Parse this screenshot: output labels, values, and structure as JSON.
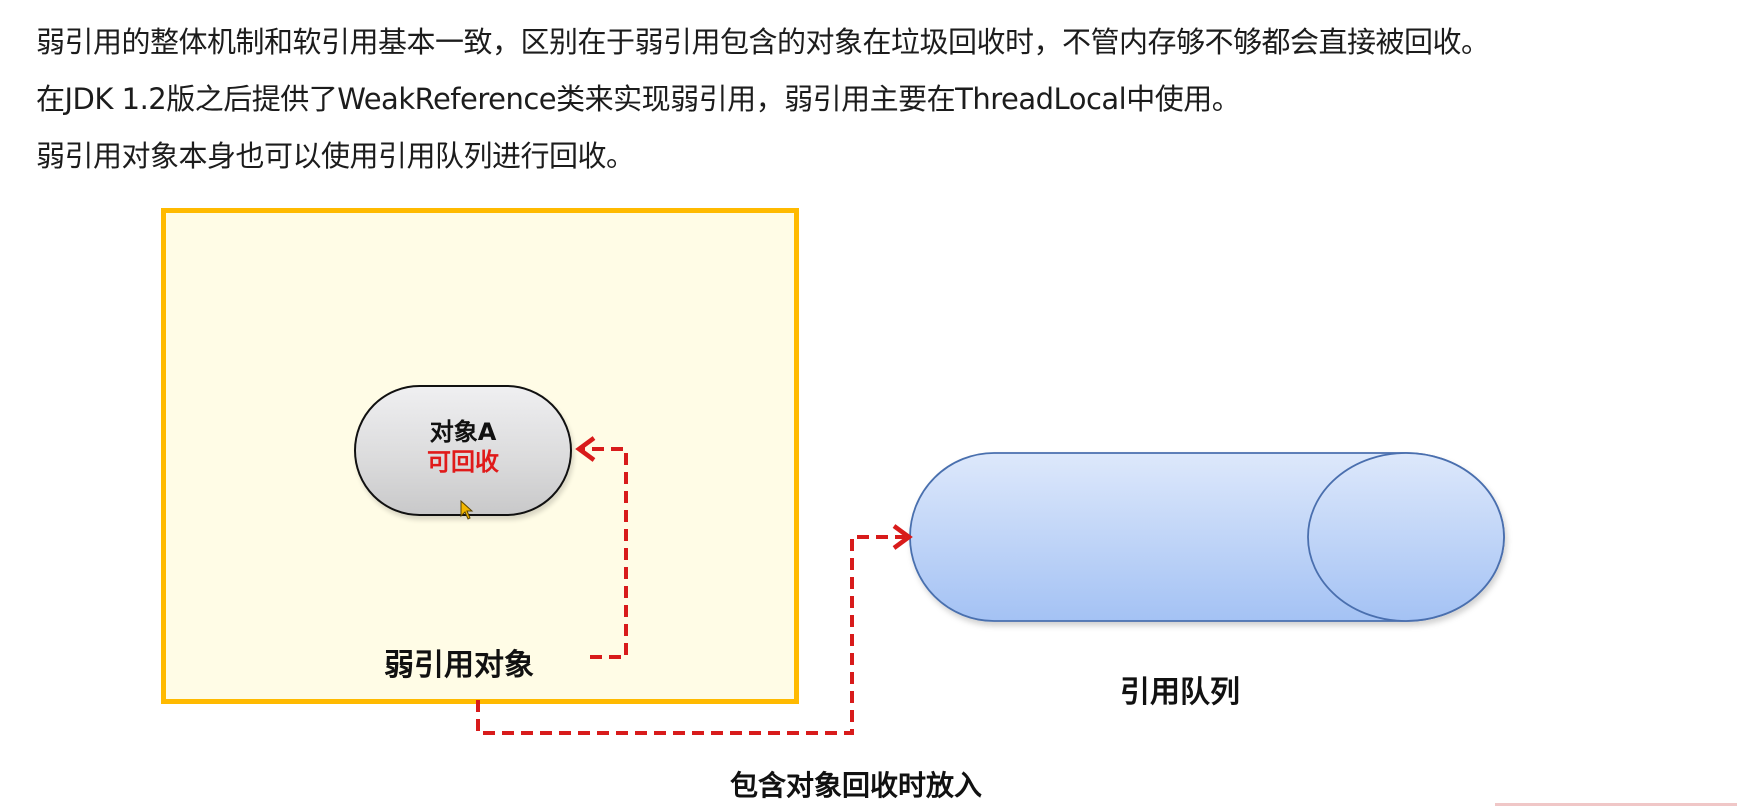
{
  "intro": {
    "lines": [
      "弱引用的整体机制和软引用基本一致，区别在于弱引用包含的对象在垃圾回收时，不管内存够不够都会直接被回收。",
      "在JDK 1.2版之后提供了WeakReference类来实现弱引用，弱引用主要在ThreadLocal中使用。",
      "弱引用对象本身也可以使用引用队列进行回收。"
    ]
  },
  "diagram": {
    "weak_reference_box": {
      "label": "弱引用对象",
      "border_color": "#ffba00",
      "fill_color": "#fffce6"
    },
    "object_node": {
      "title": "对象A",
      "status": "可回收",
      "status_color": "#e01a1a"
    },
    "reference_queue": {
      "label": "引用队列",
      "fill_top": "#dde8fb",
      "fill_bottom": "#a4c2f4",
      "stroke": "#4a6fae"
    },
    "edges": [
      {
        "from": "弱引用对象",
        "to": "对象A",
        "style": "dashed",
        "color": "#d81b1b"
      },
      {
        "from": "弱引用对象",
        "to": "引用队列",
        "style": "dashed",
        "color": "#d81b1b",
        "label": "包含对象回收时放入"
      }
    ],
    "enqueue_label": "包含对象回收时放入"
  }
}
